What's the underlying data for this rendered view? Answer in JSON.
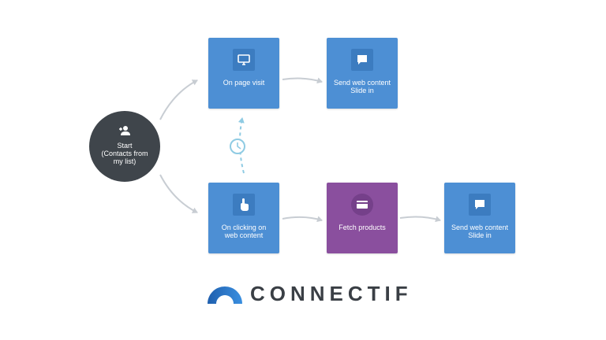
{
  "start": {
    "label": "Start\n(Contacts from\nmy list)",
    "icon": "add-user-icon"
  },
  "nodes": [
    {
      "id": "page-visit",
      "label": "On page visit",
      "icon": "monitor-icon",
      "color": "#4d8fd4"
    },
    {
      "id": "send-web-content-1",
      "label": "Send web content\nSlide in",
      "icon": "chat-bubble-icon",
      "color": "#4d8fd4"
    },
    {
      "id": "clicking-web-content",
      "label": "On clicking on\nweb content",
      "icon": "pointer-hand-icon",
      "color": "#4d8fd4"
    },
    {
      "id": "fetch-products",
      "label": "Fetch products",
      "icon": "card-icon",
      "color": "#8a4f9e"
    },
    {
      "id": "send-web-content-2",
      "label": "Send web content\nSlide in",
      "icon": "chat-bubble-icon",
      "color": "#4d8fd4"
    }
  ],
  "timer": {
    "icon": "clock-icon",
    "color": "#8fcbe3"
  },
  "brand": {
    "name": "CONNECTIF",
    "accent": "#2f78c4"
  }
}
